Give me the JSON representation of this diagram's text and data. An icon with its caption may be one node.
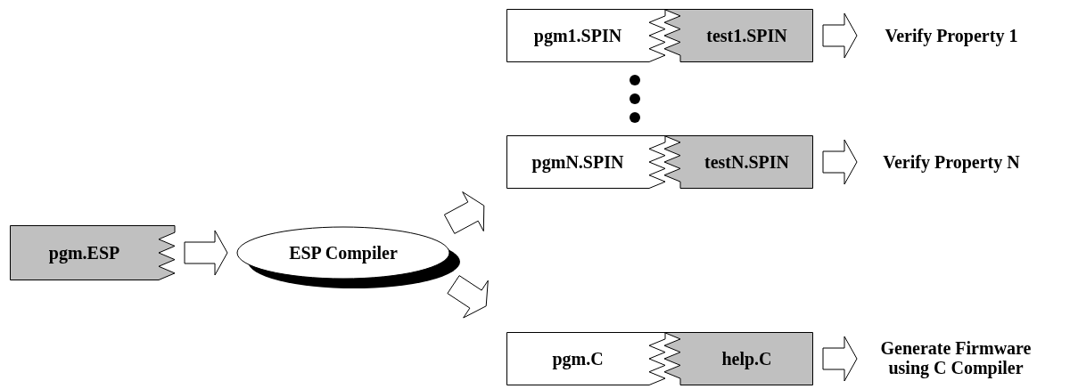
{
  "diagram": {
    "nodes": [
      {
        "text": [
          "pgm.ESP"
        ]
      },
      {
        "text": [
          "ESP Compiler"
        ]
      },
      {
        "text": [
          "pgm1.SPIN"
        ]
      },
      {
        "text": [
          "test1.SPIN"
        ]
      },
      {
        "text": [
          "Verify Property 1"
        ]
      },
      {
        "text": [
          "pgmN.SPIN"
        ]
      },
      {
        "text": [
          "testN.SPIN"
        ]
      },
      {
        "text": [
          "Verify Property N"
        ]
      },
      {
        "text": [
          "pgm.C"
        ]
      },
      {
        "text": [
          "help.C"
        ]
      },
      {
        "text": [
          "Generate Firmware using C Compiler"
        ]
      }
    ],
    "edges": [
      {
        "from": 0,
        "to": 1,
        "arrow": "to"
      },
      {
        "from": 1,
        "to": 5,
        "arrow": "to"
      },
      {
        "from": 1,
        "to": 8,
        "arrow": "to"
      },
      {
        "from": 3,
        "to": 4,
        "arrow": "to"
      },
      {
        "from": 6,
        "to": 7,
        "arrow": "to"
      },
      {
        "from": 9,
        "to": 10,
        "arrow": "to"
      }
    ]
  }
}
